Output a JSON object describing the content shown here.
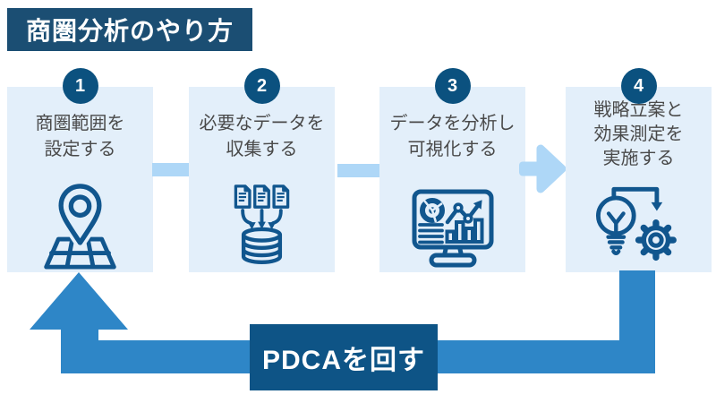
{
  "title": "商圏分析のやり方",
  "steps": [
    {
      "number": "1",
      "label_lines": [
        "商圏範囲を",
        "設定する"
      ],
      "icon": "map-pin-icon"
    },
    {
      "number": "2",
      "label_lines": [
        "必要なデータを",
        "収集する"
      ],
      "icon": "data-collection-icon"
    },
    {
      "number": "3",
      "label_lines": [
        "データを分析し",
        "可視化する"
      ],
      "icon": "dashboard-chart-icon"
    },
    {
      "number": "4",
      "label_lines": [
        "戦略立案と",
        "効果測定を",
        "実施する"
      ],
      "icon": "idea-gear-icon"
    }
  ],
  "loop": {
    "banner_label": "PDCAを回す"
  },
  "colors": {
    "title_navy": "#1b4e73",
    "badge_navy": "#0b517f",
    "banner_navy": "#0e5486",
    "box_fill": "#e3effa",
    "connector_light_blue": "#aed7f7",
    "loop_blue": "#2e86c7",
    "icon_stroke": "#11568e",
    "label_gray": "#4a4a4a"
  }
}
